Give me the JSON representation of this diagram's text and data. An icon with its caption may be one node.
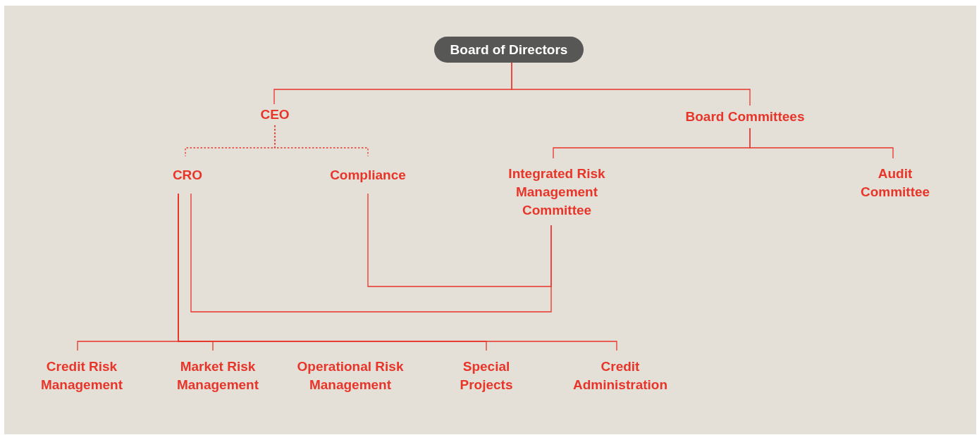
{
  "diagram": {
    "nodes": [
      {
        "text": [
          "Board of Directors"
        ]
      },
      {
        "text": [
          "CEO"
        ]
      },
      {
        "text": [
          "Board Committees"
        ]
      },
      {
        "text": [
          "CRO"
        ]
      },
      {
        "text": [
          "Compliance"
        ]
      },
      {
        "text": [
          "Integrated Risk Management Committee"
        ]
      },
      {
        "text": [
          "Audit Committee"
        ]
      },
      {
        "text": [
          "Credit Risk Management"
        ]
      },
      {
        "text": [
          "Market Risk Management"
        ]
      },
      {
        "text": [
          "Operational Risk Management"
        ]
      },
      {
        "text": [
          "Special Projects"
        ]
      },
      {
        "text": [
          "Credit Administration"
        ]
      }
    ],
    "edges": [
      {
        "from": 0,
        "to": 1,
        "arrow": "none"
      },
      {
        "from": 0,
        "to": 2,
        "arrow": "none"
      },
      {
        "from": 1,
        "to": 3,
        "arrow": "none",
        "style": "dashed"
      },
      {
        "from": 1,
        "to": 4,
        "arrow": "none",
        "style": "dashed"
      },
      {
        "from": 2,
        "to": 5,
        "arrow": "none"
      },
      {
        "from": 2,
        "to": 6,
        "arrow": "none"
      },
      {
        "from": 3,
        "to": 7,
        "arrow": "none"
      },
      {
        "from": 3,
        "to": 8,
        "arrow": "none"
      },
      {
        "from": 3,
        "to": 10,
        "arrow": "none"
      },
      {
        "from": 3,
        "to": 11,
        "arrow": "none"
      },
      {
        "from": 3,
        "to": 5,
        "arrow": "none"
      },
      {
        "from": 4,
        "to": 5,
        "arrow": "none"
      }
    ]
  }
}
